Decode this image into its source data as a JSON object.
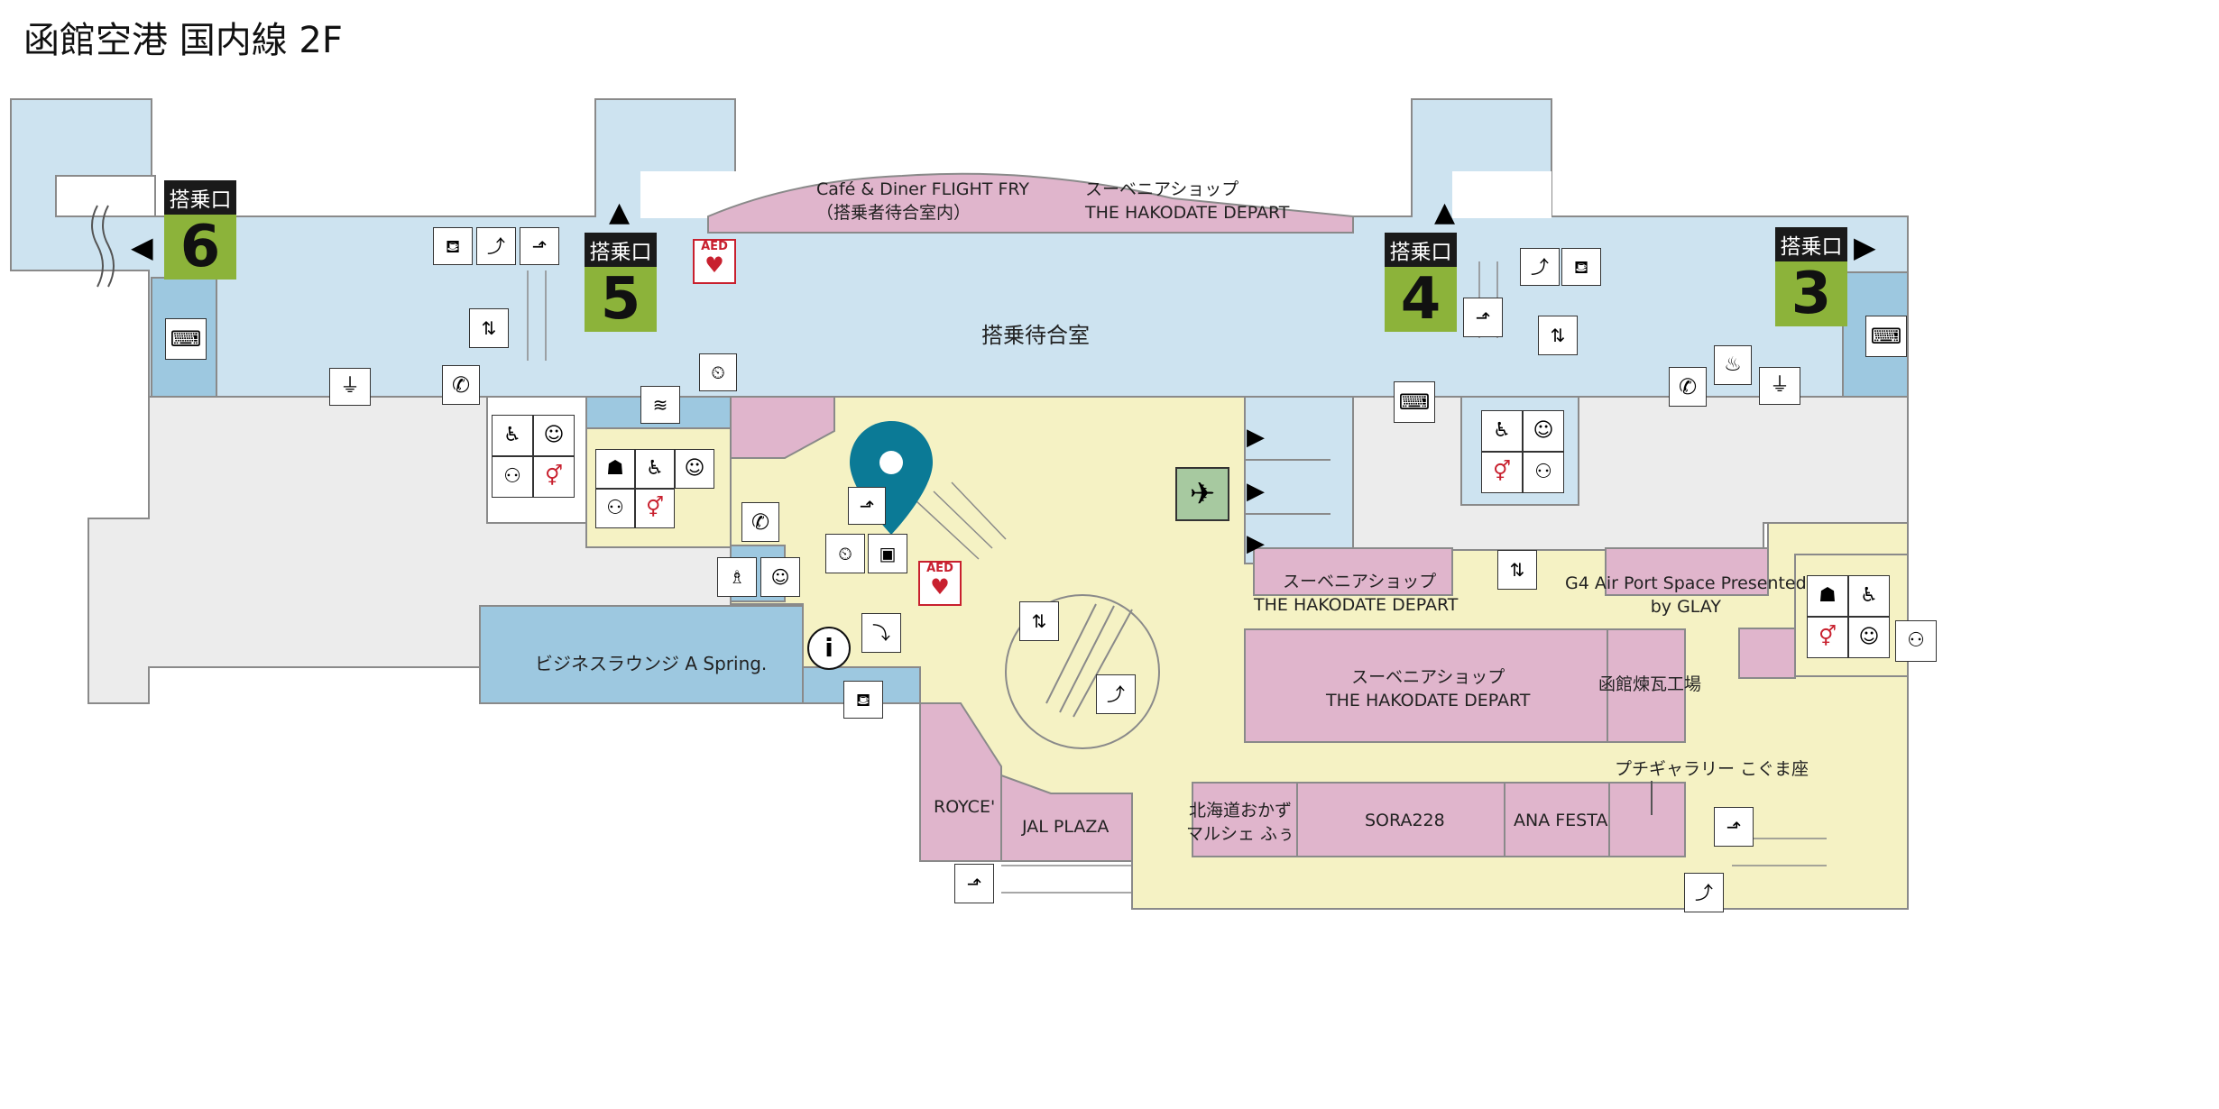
{
  "title": "函館空港 国内線 2F",
  "gates": [
    {
      "label": "搭乗口",
      "number": "6",
      "direction": "left"
    },
    {
      "label": "搭乗口",
      "number": "5",
      "direction": "up"
    },
    {
      "label": "搭乗口",
      "number": "4",
      "direction": "up"
    },
    {
      "label": "搭乗口",
      "number": "3",
      "direction": "right"
    }
  ],
  "areas": {
    "waiting_room": "搭乗待合室",
    "cafe_line1": "Café & Diner FLIGHT FRY",
    "cafe_line2": "（搭乗者待合室内）",
    "souvenir_top_line1": "スーベニアショップ",
    "souvenir_top_line2": "THE HAKODATE DEPART",
    "business_lounge": "ビジネスラウンジ A Spring.",
    "souvenir_mid_line1": "スーベニアショップ",
    "souvenir_mid_line2": "THE HAKODATE DEPART",
    "souvenir_center_line1": "スーベニアショップ",
    "souvenir_center_line2": "THE HAKODATE DEPART",
    "g4_line1": "G4 Air Port Space Presented",
    "g4_line2": "by GLAY",
    "renga": "函館煉瓦工場",
    "petit_gallery": "プチギャラリー こぐま座",
    "royce": "ROYCE'",
    "jal_plaza": "JAL PLAZA",
    "marche_line1": "北海道おかず",
    "marche_line2": "マルシェ ふぅ",
    "sora228": "SORA228",
    "ana_festa": "ANA FESTA"
  },
  "aed_label": "AED",
  "info_symbol": "i",
  "colors": {
    "gate_green": "#8cb33a",
    "gate_dark": "#1a1a1a",
    "waiting_blue": "#cde3f0",
    "lounge_blue": "#9dc8e0",
    "shop_pink": "#e0b5cc",
    "public_yellow": "#f5f2c4",
    "corridor_gray": "#ececec",
    "outline": "#8a8a8a",
    "pin_teal": "#0b7a96",
    "aed_red": "#c8202e",
    "departure_green": "#a7c9a0"
  }
}
